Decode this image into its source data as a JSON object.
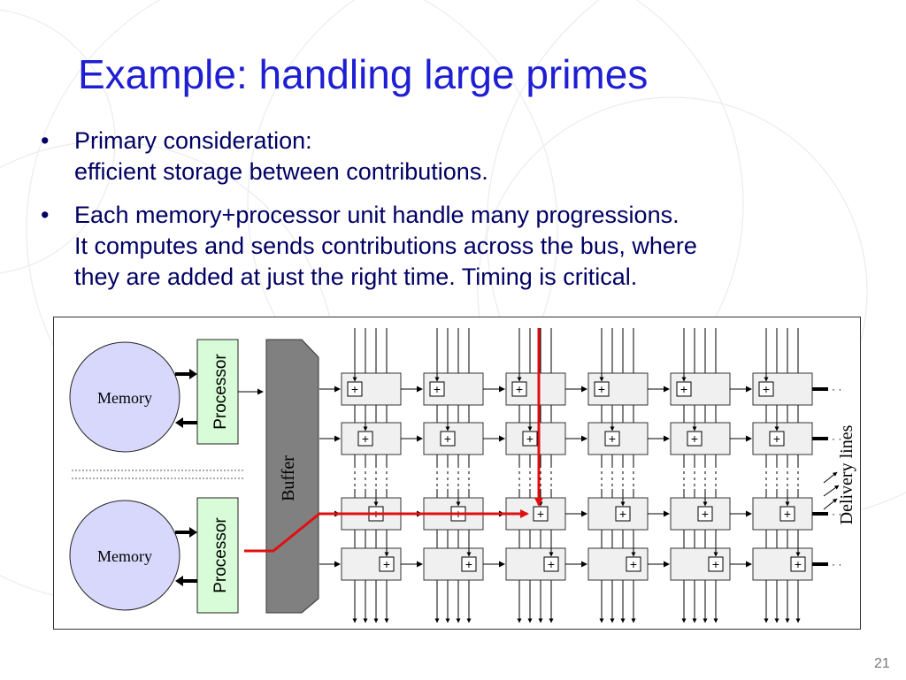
{
  "slide": {
    "title": "Example: handling large primes",
    "bullets": [
      {
        "lines": [
          "Primary consideration:",
          "efficient storage between contributions."
        ]
      },
      {
        "lines": [
          "Each memory+processor unit handle many progressions.",
          "It computes and sends contributions across the bus, where",
          "they are added at just the right time. Timing is critical."
        ]
      }
    ],
    "page_number": "21"
  },
  "diagram": {
    "memory_labels": [
      "Memory",
      "Memory"
    ],
    "processor_labels": [
      "Processor",
      "Processor"
    ],
    "buffer_label": "Buffer",
    "delivery_label": "Delivery lines",
    "adder_symbol": "+",
    "colors": {
      "memory_fill": "#d8d8fc",
      "processor_fill": "#d8fcd8",
      "buffer_fill": "#808080",
      "cell_fill": "#f0f0f0",
      "highlight": "#e01010",
      "title": "#1e1ed2",
      "text": "#000064"
    }
  }
}
